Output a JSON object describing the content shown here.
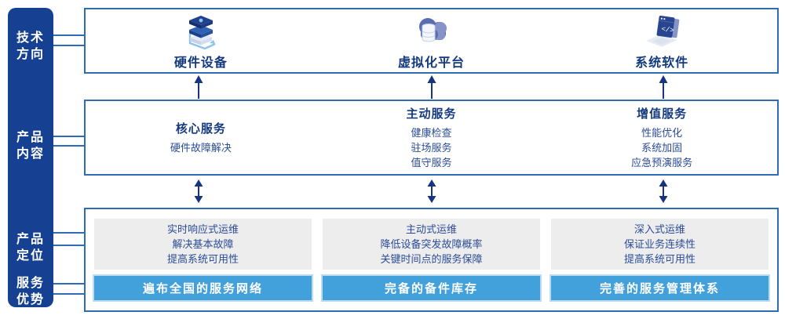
{
  "sidebar": {
    "items": [
      {
        "label": "技术方向",
        "lines": [
          "技术",
          "方向"
        ]
      },
      {
        "label": "产品内容",
        "lines": [
          "产品",
          "内容"
        ]
      },
      {
        "label": "产品定位",
        "lines": [
          "产品",
          "定位"
        ]
      },
      {
        "label": "服务优势",
        "lines": [
          "服务",
          "优势"
        ]
      }
    ]
  },
  "tech_row": {
    "items": [
      {
        "label": "硬件设备",
        "icon": "server-stack-icon"
      },
      {
        "label": "虚拟化平台",
        "icon": "cloud-database-icon"
      },
      {
        "label": "系统软件",
        "icon": "code-window-icon"
      }
    ]
  },
  "content_row": {
    "columns": [
      {
        "title": "核心服务",
        "items": [
          "硬件故障解决"
        ]
      },
      {
        "title": "主动服务",
        "items": [
          "健康检查",
          "驻场服务",
          "值守服务"
        ]
      },
      {
        "title": "增值服务",
        "items": [
          "性能优化",
          "系统加固",
          "应急预演服务"
        ]
      }
    ]
  },
  "bottom_row": {
    "columns": [
      {
        "positioning": [
          "实时响应式运维",
          "解决基本故障",
          "提高系统可用性"
        ],
        "advantage": "遍布全国的服务网络"
      },
      {
        "positioning": [
          "主动式运维",
          "降低设备突发故障概率",
          "关键时间点的服务保障"
        ],
        "advantage": "完备的备件库存"
      },
      {
        "positioning": [
          "深入式运维",
          "保证业务连续性",
          "提高系统可用性"
        ],
        "advantage": "完善的服务管理体系"
      }
    ]
  },
  "colors": {
    "sidebar_bg": "#164193",
    "box_border": "#2E6DB5",
    "heading_text": "#143A7E",
    "body_text": "#2B4C96",
    "arrow": "#17357E",
    "panel_bg": "#EDEDED",
    "bar_bg": "#42A0DA",
    "bar_halo": "#BCDCF2",
    "bar_text": "#FFFFFF",
    "connector": "#2E6DB5",
    "sidebar_text": "#FFFFFF"
  }
}
